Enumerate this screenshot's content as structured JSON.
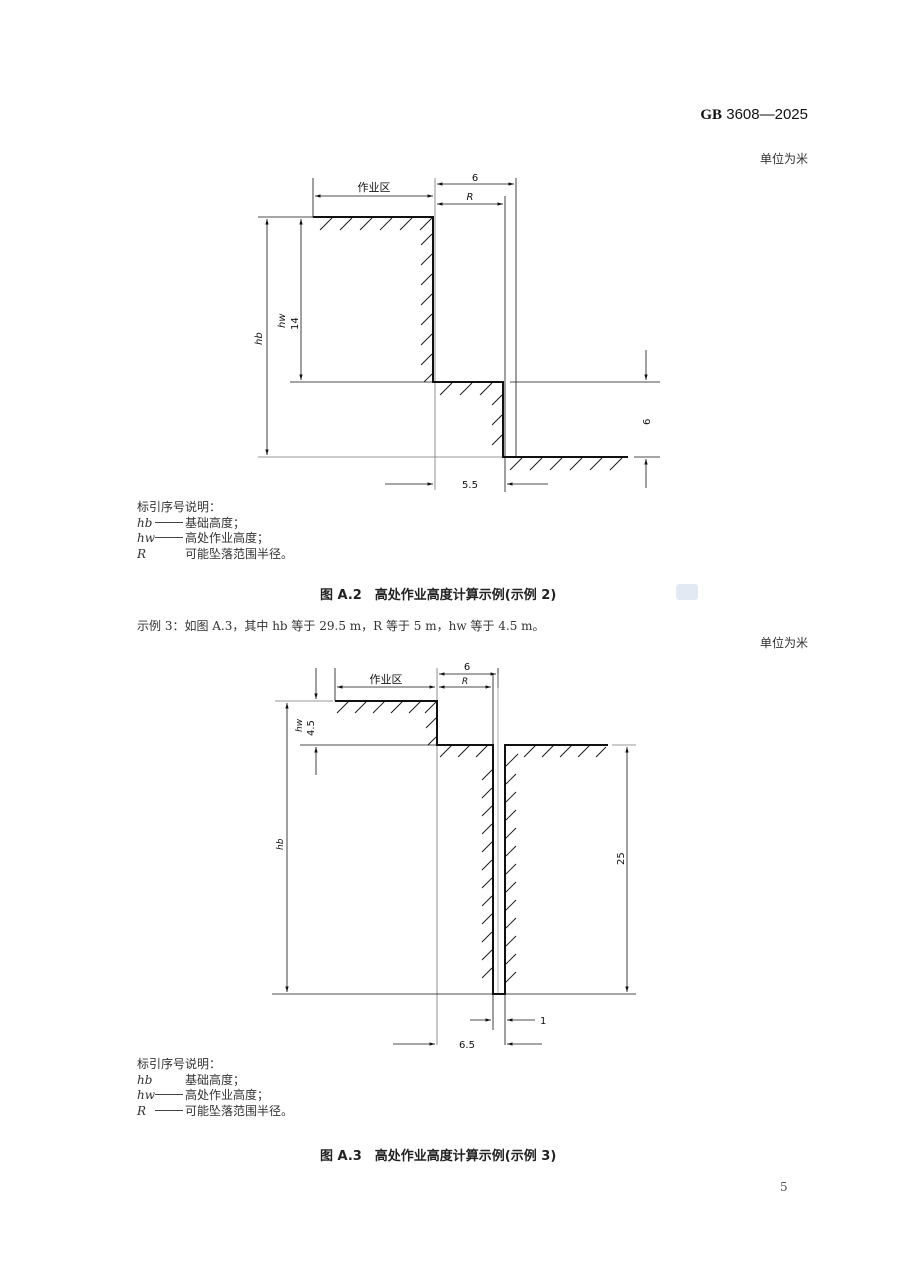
{
  "header": {
    "standard_prefix": "GB",
    "standard_number": "3608—2025"
  },
  "figure_a2": {
    "unit_label": "单位为米",
    "work_zone_label": "作业区",
    "dim_top": "6",
    "dim_r": "R",
    "dim_hw_symbol": "hw",
    "dim_hw_value": "14",
    "dim_hb_symbol": "hb",
    "dim_right": "6",
    "dim_bottom": "5.5",
    "legend_title": "标引序号说明：",
    "legend": [
      {
        "symbol": "hb",
        "separator": "——",
        "text": "基础高度；"
      },
      {
        "symbol": "hw",
        "separator": "——",
        "text": "高处作业高度；"
      },
      {
        "symbol": "R",
        "separator": "",
        "text": "可能坠落范围半径。"
      }
    ],
    "caption": "图 A.2　高处作业高度计算示例(示例 2)"
  },
  "example3_text": "示例 3：如图 A.3，其中 hb 等于 29.5 m，R 等于 5 m，hw 等于 4.5 m。",
  "figure_a3": {
    "unit_label": "单位为米",
    "work_zone_label": "作业区",
    "dim_top": "6",
    "dim_r": "R",
    "dim_hw_symbol": "hw",
    "dim_hw_value": "4.5",
    "dim_hb_symbol": "hb",
    "dim_right": "25",
    "dim_gap": "1",
    "dim_bottom": "6.5",
    "legend_title": "标引序号说明：",
    "legend": [
      {
        "symbol": "hb",
        "separator": "",
        "text": "基础高度；"
      },
      {
        "symbol": "hw",
        "separator": "——",
        "text": "高处作业高度；"
      },
      {
        "symbol": "R",
        "separator": "——",
        "text": "可能坠落范围半径。"
      }
    ],
    "caption": "图 A.3　高处作业高度计算示例(示例 3)"
  },
  "page_number": "5"
}
